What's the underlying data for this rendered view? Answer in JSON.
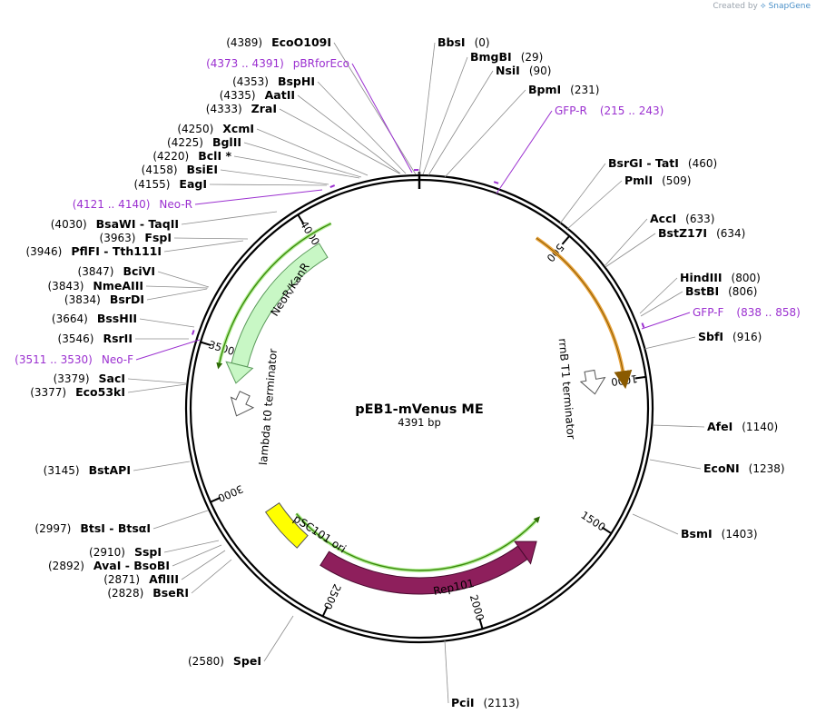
{
  "watermark": {
    "prefix": "Created by",
    "brand": "SnapGene"
  },
  "plasmid": {
    "name": "pEB1-mVenus ME",
    "size_label": "4391 bp",
    "length": 4391
  },
  "ticks": [
    "500",
    "1000",
    "1500",
    "2000",
    "2500",
    "3000",
    "3500",
    "4000"
  ],
  "sites": [
    {
      "name": "EcoO109I",
      "pos": "(4389)",
      "bp": 4389
    },
    {
      "name": "BbsI",
      "pos": "(0)",
      "bp": 0
    },
    {
      "name": "BmgBI",
      "pos": "(29)",
      "bp": 29
    },
    {
      "name": "NsiI",
      "pos": "(90)",
      "bp": 90
    },
    {
      "name": "BpmI",
      "pos": "(231)",
      "bp": 231
    },
    {
      "name": "BsrGI  - TatI",
      "pos": "(460)",
      "bp": 460
    },
    {
      "name": "PmlI",
      "pos": "(509)",
      "bp": 509
    },
    {
      "name": "AccI",
      "pos": "(633)",
      "bp": 633
    },
    {
      "name": "BstZ17I",
      "pos": "(634)",
      "bp": 634
    },
    {
      "name": "HindIII",
      "pos": "(800)",
      "bp": 800
    },
    {
      "name": "BstBI",
      "pos": "(806)",
      "bp": 806
    },
    {
      "name": "SbfI",
      "pos": "(916)",
      "bp": 916
    },
    {
      "name": "AfeI",
      "pos": "(1140)",
      "bp": 1140
    },
    {
      "name": "EcoNI",
      "pos": "(1238)",
      "bp": 1238
    },
    {
      "name": "BsmI",
      "pos": "(1403)",
      "bp": 1403
    },
    {
      "name": "PciI",
      "pos": "(2113)",
      "bp": 2113
    },
    {
      "name": "SpeI",
      "pos": "(2580)",
      "bp": 2580
    },
    {
      "name": "BseRI",
      "pos": "(2828)",
      "bp": 2828
    },
    {
      "name": "AflIII",
      "pos": "(2871)",
      "bp": 2871
    },
    {
      "name": "AvaI  - BsoBI",
      "pos": "(2892)",
      "bp": 2892
    },
    {
      "name": "SspI",
      "pos": "(2910)",
      "bp": 2910
    },
    {
      "name": "BtsI  - BtsαI",
      "pos": "(2997)",
      "bp": 2997
    },
    {
      "name": "BstAPI",
      "pos": "(3145)",
      "bp": 3145
    },
    {
      "name": "Eco53kI",
      "pos": "(3377)",
      "bp": 3377
    },
    {
      "name": "SacI",
      "pos": "(3379)",
      "bp": 3379
    },
    {
      "name": "RsrII",
      "pos": "(3546)",
      "bp": 3546
    },
    {
      "name": "BssHII",
      "pos": "(3664)",
      "bp": 3664
    },
    {
      "name": "BsrDI",
      "pos": "(3834)",
      "bp": 3834
    },
    {
      "name": "NmeAIII",
      "pos": "(3843)",
      "bp": 3843
    },
    {
      "name": "BciVI",
      "pos": "(3847)",
      "bp": 3847
    },
    {
      "name": "PflFI  - Tth111I",
      "pos": "(3946)",
      "bp": 3946
    },
    {
      "name": "FspI",
      "pos": "(3963)",
      "bp": 3963
    },
    {
      "name": "BsaWI  - TaqII",
      "pos": "(4030)",
      "bp": 4030
    },
    {
      "name": "EagI",
      "pos": "(4155)",
      "bp": 4155
    },
    {
      "name": "BsiEI",
      "pos": "(4158)",
      "bp": 4158
    },
    {
      "name": "BclI *",
      "pos": "(4220)",
      "bp": 4220
    },
    {
      "name": "BglII",
      "pos": "(4225)",
      "bp": 4225
    },
    {
      "name": "XcmI",
      "pos": "(4250)",
      "bp": 4250
    },
    {
      "name": "ZraI",
      "pos": "(4333)",
      "bp": 4333
    },
    {
      "name": "AatII",
      "pos": "(4335)",
      "bp": 4335
    },
    {
      "name": "BspHI",
      "pos": "(4353)",
      "bp": 4353
    }
  ],
  "primers": [
    {
      "name": "pBRforEco",
      "range": "(4373 .. 4391)",
      "start": 4373,
      "end": 4391
    },
    {
      "name": "GFP-R",
      "range": "(215 .. 243)",
      "start": 215,
      "end": 243
    },
    {
      "name": "GFP-F",
      "range": "(838 .. 858)",
      "start": 838,
      "end": 858
    },
    {
      "name": "Neo-R",
      "range": "(4121 .. 4140)",
      "start": 4121,
      "end": 4140
    },
    {
      "name": "Neo-F",
      "range": "(3511 .. 3530)",
      "start": 3511,
      "end": 3530
    }
  ],
  "features": [
    {
      "name": "rrnB T1 terminator",
      "type": "terminator"
    },
    {
      "name": "lambda t0 terminator",
      "type": "terminator"
    },
    {
      "name": "NeoR/KanR",
      "type": "CDS"
    },
    {
      "name": "Rep101",
      "type": "CDS"
    },
    {
      "name": "pSC101 ori",
      "type": "origin"
    }
  ],
  "colors": {
    "backbone": "#000000",
    "neo_fill": "#c8f7c5",
    "rep_fill": "#8e1f5c",
    "ori_fill": "#ffff00",
    "orange_arc": "#e8a33c",
    "green_arc": "#3a8a0a",
    "primer": "#9b30d0"
  }
}
